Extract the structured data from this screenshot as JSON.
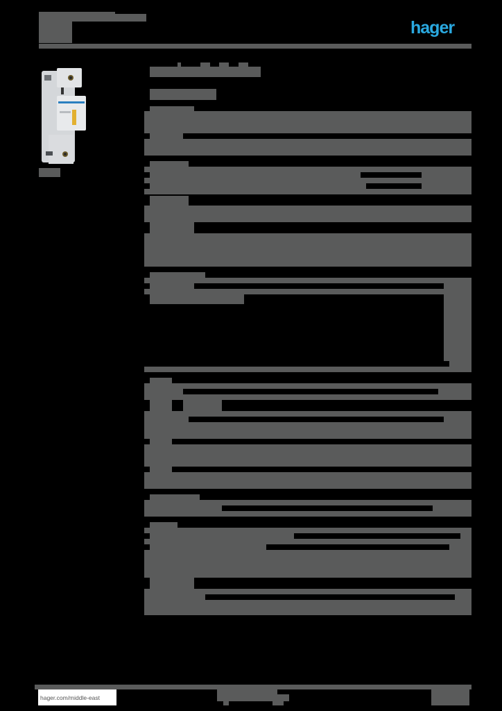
{
  "document": {
    "title": "[redacted]",
    "subtitle": "[redacted]",
    "brand": {
      "logo_text": "hager",
      "logo_color": "#2aa9e0"
    },
    "redaction_color": "#5a5b5b",
    "background_color": "#000000"
  },
  "product": {
    "image_alt": "DIN-rail fuse carrier product photo",
    "reference": "[redacted]"
  },
  "main": {
    "heading": "[redacted]",
    "subheading": "[redacted]",
    "sections": [
      {
        "name": "section-1",
        "content": "[redacted]"
      },
      {
        "name": "section-2",
        "content": "[redacted]"
      },
      {
        "name": "section-3",
        "content": "[redacted]"
      },
      {
        "name": "section-4",
        "content": "[redacted]"
      },
      {
        "name": "section-5",
        "content": "[redacted]"
      },
      {
        "name": "section-6",
        "content": "[redacted]"
      },
      {
        "name": "section-7",
        "content": "[redacted]"
      },
      {
        "name": "section-8",
        "content": "[redacted]"
      },
      {
        "name": "section-9",
        "content": "[redacted]"
      }
    ]
  },
  "footer": {
    "url": "hager.com/middle-east",
    "center_text": "[redacted]",
    "page_info": "[redacted]"
  }
}
